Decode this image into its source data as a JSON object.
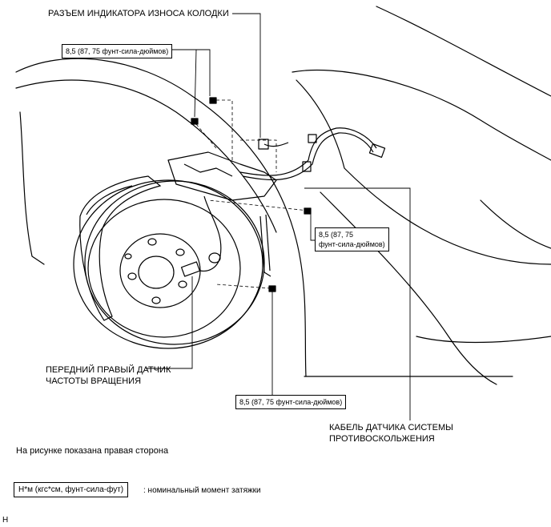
{
  "labels": {
    "pad_wear_connector": "РАЗЪЕМ ИНДИКАТОРА ИЗНОСА КОЛОДКИ",
    "speed_sensor": "ПЕРЕДНИЙ ПРАВЫЙ ДАТЧИК\nЧАСТОТЫ ВРАЩЕНИЯ",
    "skid_cable": "КАБЕЛЬ ДАТЧИКА СИСТЕМЫ\nПРОТИВОСКОЛЬЖЕНИЯ"
  },
  "torque": {
    "top": "8,5 (87, 75 фунт-сила-дюймов)",
    "right": "8,5 (87, 75\nфунт-сила-дюймов)",
    "bottom": "8,5 (87, 75 фунт-сила-дюймов)"
  },
  "note": "На рисунке показана правая сторона",
  "legend": {
    "box": "Н*м (кгс*см, фунт-сила-фут)",
    "text": ": номинальный момент затяжки"
  },
  "corner_mark": "H"
}
